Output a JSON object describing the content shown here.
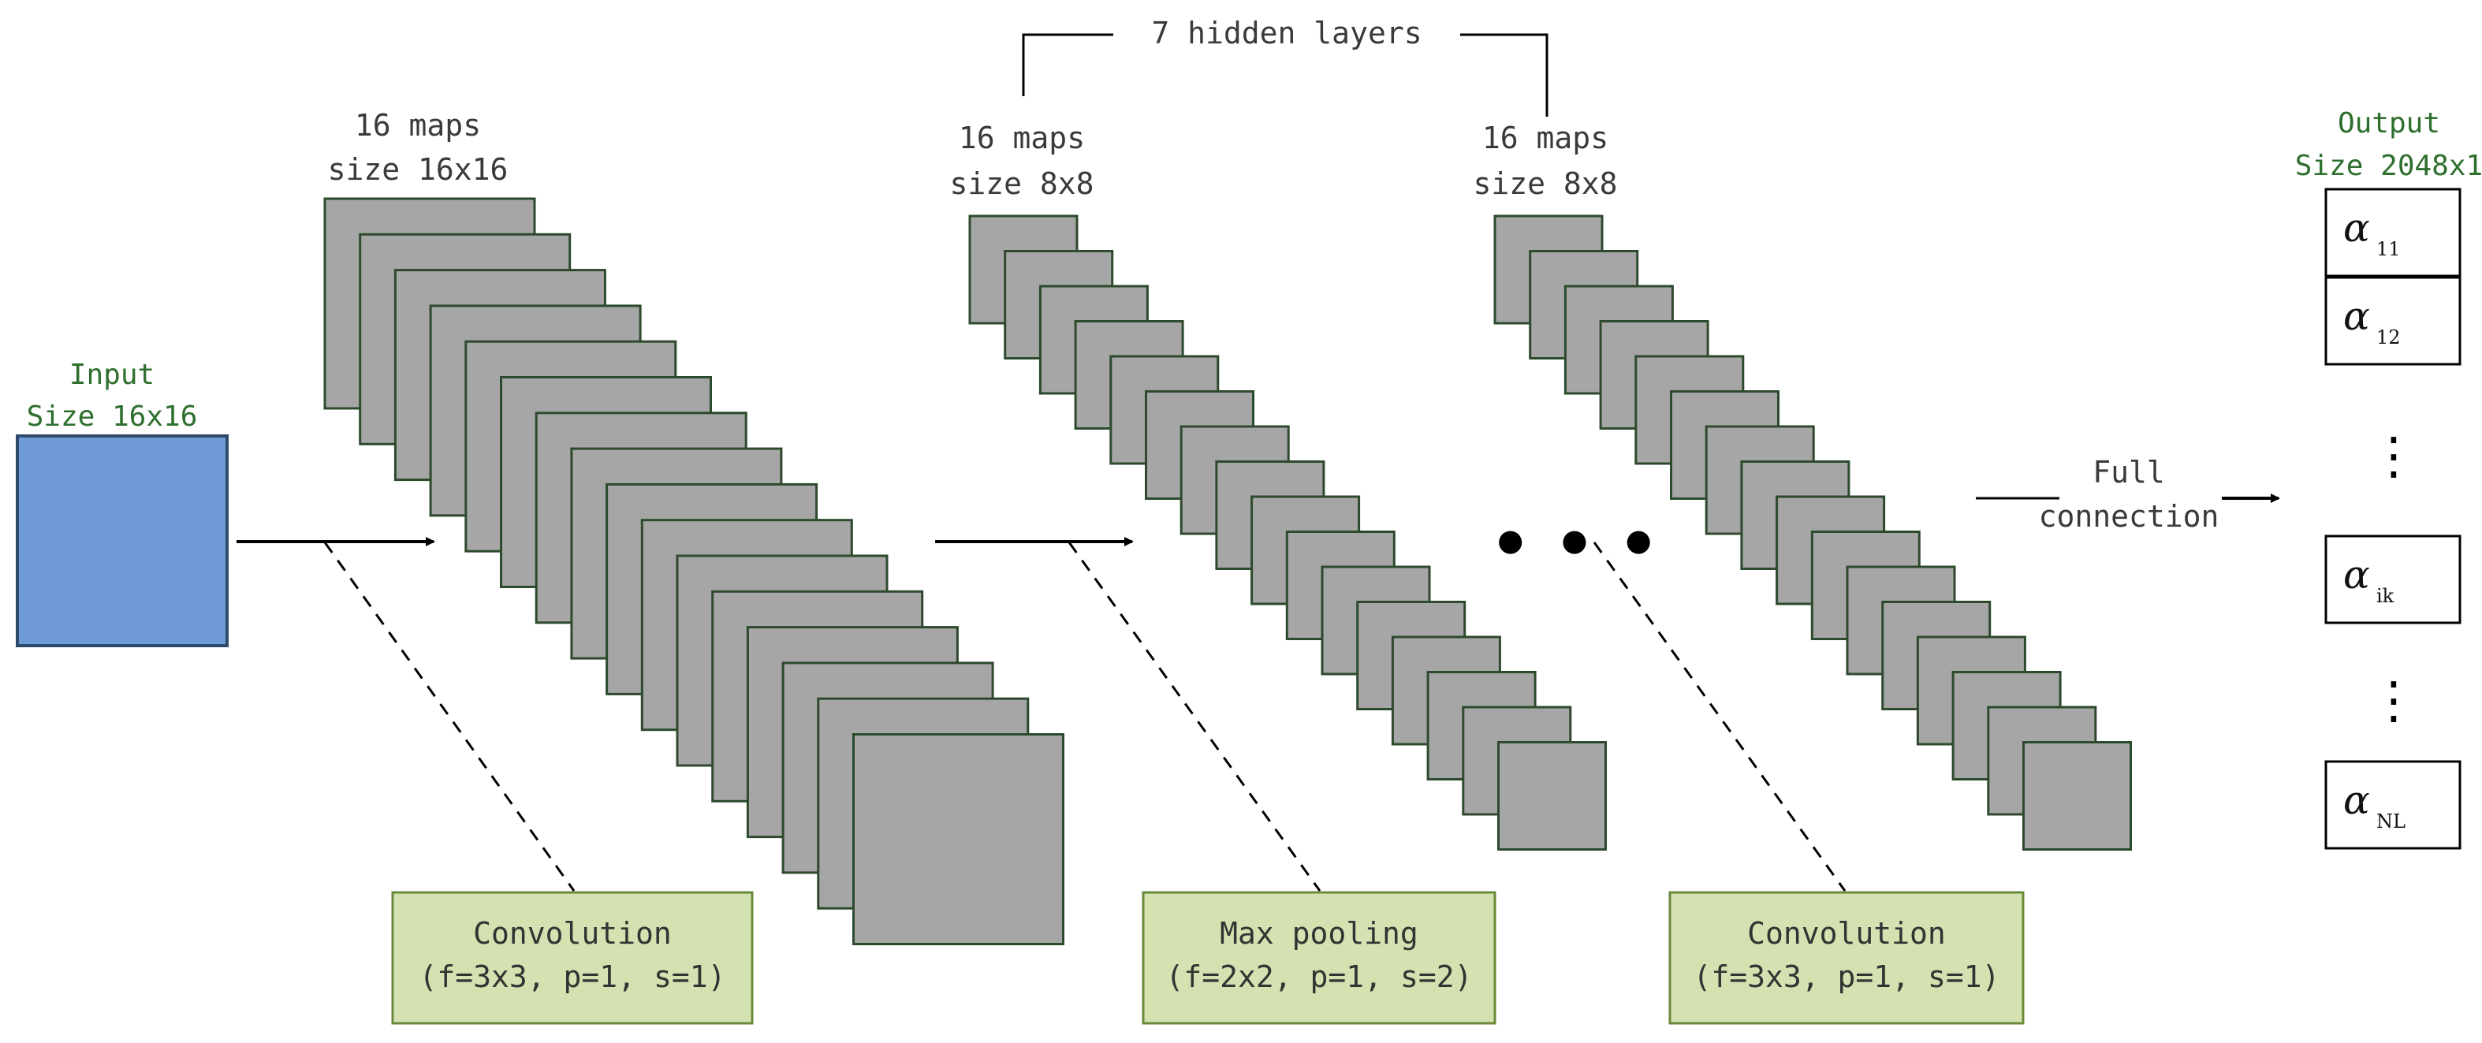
{
  "input": {
    "title": "Input",
    "size": "Size 16x16"
  },
  "conv1": {
    "maps": "16 maps",
    "size": "size 16x16",
    "map_count": 16
  },
  "pool": {
    "maps": "16 maps",
    "size": "size 8x8",
    "map_count": 16
  },
  "conv2": {
    "maps": "16 maps",
    "size": "size 8x8",
    "map_count": 16
  },
  "hidden_layers": "7 hidden layers",
  "ellipsis": "● ● ●",
  "operations": {
    "convolution_1": {
      "title": "Convolution",
      "params": "(f=3x3, p=1, s=1)"
    },
    "max_pooling": {
      "title": "Max pooling",
      "params": "(f=2x2, p=1, s=2)"
    },
    "convolution_2": {
      "title": "Convolution",
      "params": "(f=3x3, p=1, s=1)"
    }
  },
  "full_connection": {
    "line1": "Full",
    "line2": "connection"
  },
  "output": {
    "title": "Output",
    "size": "Size 2048x1",
    "cells": [
      {
        "symbol": "α",
        "subscript": "11"
      },
      {
        "symbol": "α",
        "subscript": "12"
      },
      {
        "symbol": "α",
        "subscript": "ik"
      },
      {
        "symbol": "α",
        "subscript": "NL"
      }
    ],
    "dots": "⋮"
  },
  "colors": {
    "input_fill": "#6f9bd8",
    "map_fill": "#a6a6a6",
    "map_stroke": "#2d4a2d",
    "op_box_fill": "#d4e1b0",
    "op_box_stroke": "#6a8a3a",
    "label_green": "#2e6f2e"
  }
}
